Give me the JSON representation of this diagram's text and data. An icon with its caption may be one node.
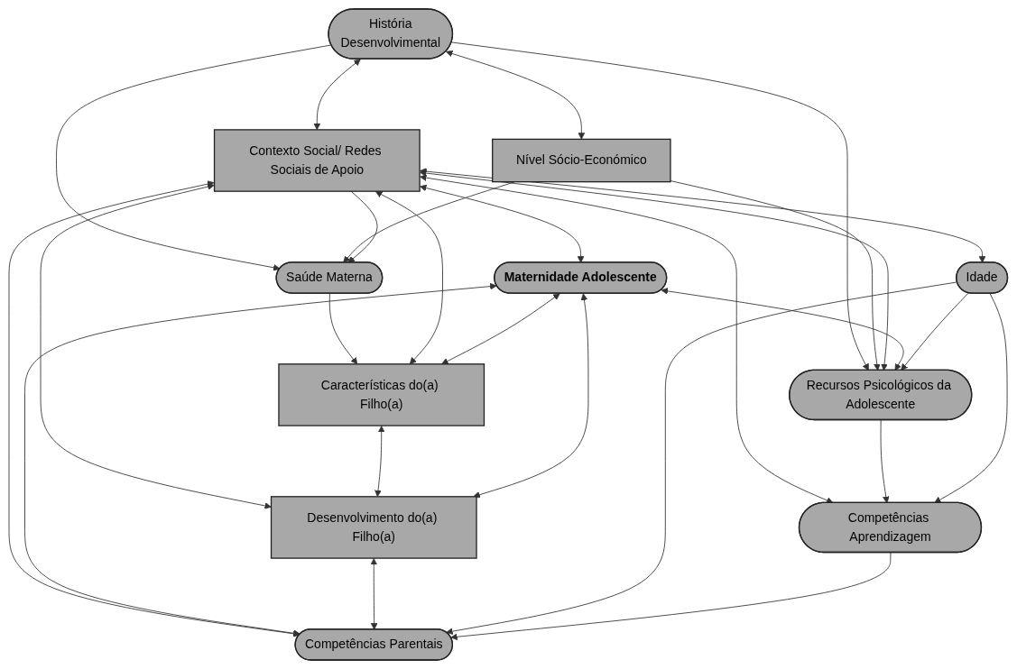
{
  "diagram": {
    "nodes": [
      {
        "text": [
          "História",
          "Desenvolvimental"
        ]
      },
      {
        "text": [
          "Nível Sócio-Económico"
        ]
      },
      {
        "text": [
          "Saúde Materna"
        ]
      },
      {
        "text": [
          "Características do(a) Filho(a)"
        ]
      },
      {
        "text": [
          "Contexto Social/ Redes Sociais de Apoio"
        ]
      },
      {
        "text": [
          "Desenvolvimento do(a) Filho(a)"
        ]
      },
      {
        "text": [
          "Maternidade Adolescente"
        ]
      },
      {
        "text": [
          "Recursos Psicológicos da Adolescente"
        ]
      },
      {
        "text": [
          "Competências Parentais"
        ]
      },
      {
        "text": [
          "Idade"
        ]
      },
      {
        "text": [
          "Competências Aprendizagem"
        ]
      }
    ],
    "edges": [
      {
        "from": 0,
        "to": 1,
        "arrow": "both"
      },
      {
        "from": 0,
        "to": 4,
        "arrow": "both"
      },
      {
        "from": 0,
        "to": 2,
        "arrow": "to"
      },
      {
        "from": 0,
        "to": 7,
        "arrow": "to"
      },
      {
        "from": 1,
        "to": 2,
        "arrow": "to"
      },
      {
        "from": 1,
        "to": 7,
        "arrow": "to"
      },
      {
        "from": 4,
        "to": 2,
        "arrow": "to"
      },
      {
        "from": 4,
        "to": 9,
        "arrow": "both"
      },
      {
        "from": 2,
        "to": 3,
        "arrow": "to"
      },
      {
        "from": 4,
        "to": 3,
        "arrow": "both"
      },
      {
        "from": 4,
        "to": 5,
        "arrow": "both"
      },
      {
        "from": 4,
        "to": 6,
        "arrow": "both"
      },
      {
        "from": 4,
        "to": 7,
        "arrow": "both"
      },
      {
        "from": 4,
        "to": 10,
        "arrow": "both"
      },
      {
        "from": 4,
        "to": 8,
        "arrow": "both"
      },
      {
        "from": 3,
        "to": 5,
        "arrow": "both"
      },
      {
        "from": 6,
        "to": 3,
        "arrow": "both"
      },
      {
        "from": 6,
        "to": 5,
        "arrow": "both"
      },
      {
        "from": 6,
        "to": 7,
        "arrow": "both"
      },
      {
        "from": 6,
        "to": 8,
        "arrow": "both"
      },
      {
        "from": 5,
        "to": 8,
        "arrow": "both"
      },
      {
        "from": 7,
        "to": 10,
        "arrow": "to"
      },
      {
        "from": 9,
        "to": 7,
        "arrow": "to"
      },
      {
        "from": 9,
        "to": 10,
        "arrow": "to"
      },
      {
        "from": 9,
        "to": 8,
        "arrow": "to"
      },
      {
        "from": 10,
        "to": 8,
        "arrow": "to"
      }
    ]
  }
}
